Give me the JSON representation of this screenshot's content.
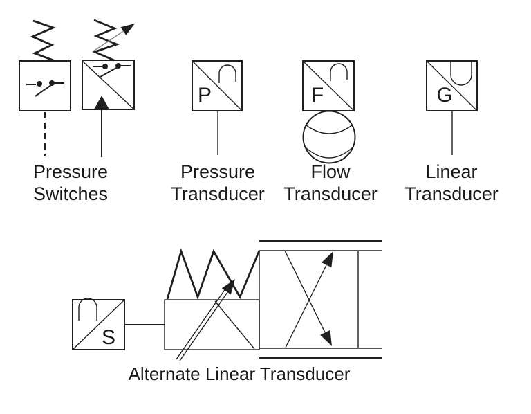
{
  "colors": {
    "background": "#ffffff",
    "line": "#1f1f1f",
    "arrow_shaft_gray": "#8a8a8a"
  },
  "symbols": {
    "pressure_switches": {
      "label_line1": "Pressure",
      "label_line2": "Switches"
    },
    "pressure_transducer": {
      "letter": "P",
      "label_line1": "Pressure",
      "label_line2": "Transducer"
    },
    "flow_transducer": {
      "letter": "F",
      "label_line1": "Flow",
      "label_line2": "Transducer"
    },
    "linear_transducer": {
      "letter": "G",
      "label_line1": "Linear",
      "label_line2": "Transducer"
    },
    "alternate_linear_transducer": {
      "letter": "S",
      "label": "Alternate Linear Transducer"
    }
  }
}
